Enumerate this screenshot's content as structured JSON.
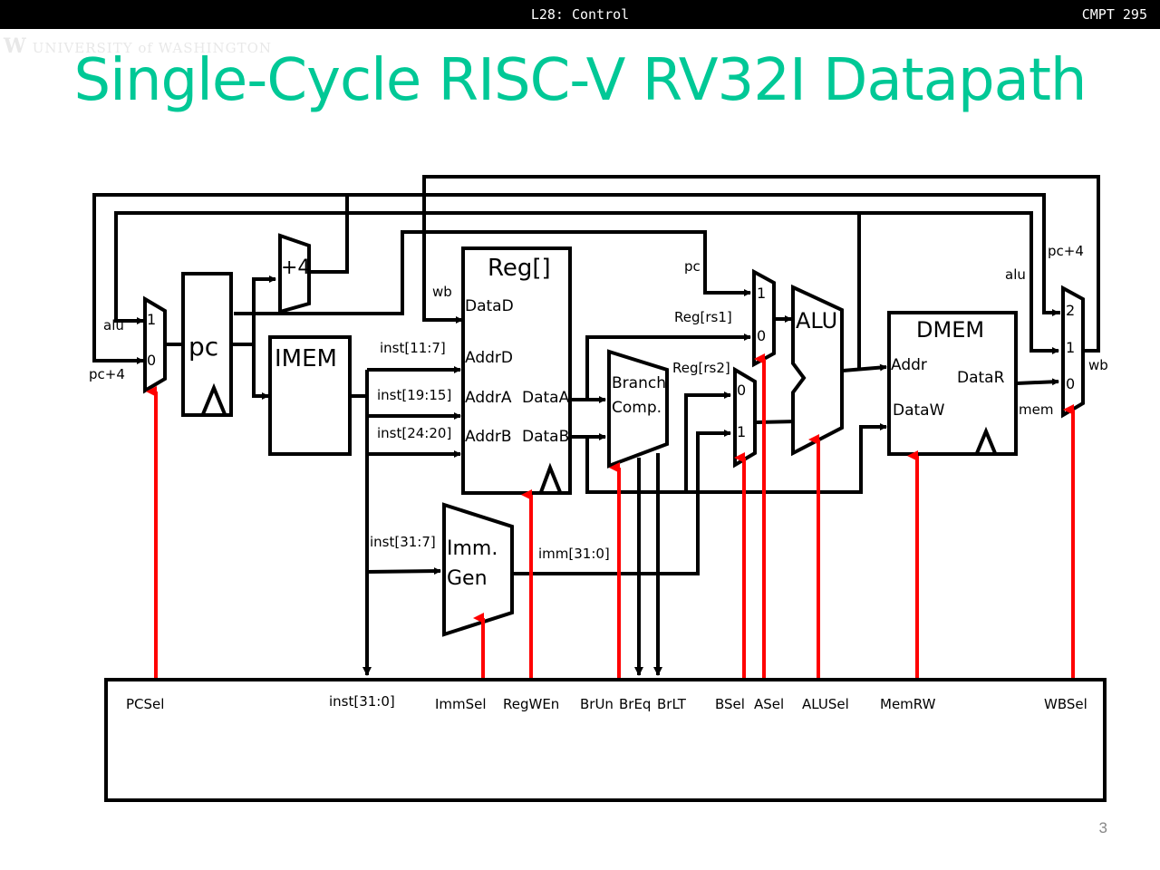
{
  "header": {
    "lecture": "L28: Control",
    "course": "CMPT 295",
    "logo_text": "UNIVERSITY of WASHINGTON",
    "logo_mark": "W"
  },
  "slide": {
    "title": "Single-Cycle RISC-V RV32I Datapath",
    "page_number": "3",
    "title_color": "#00c896",
    "control_color": "#ff0000"
  },
  "blocks": {
    "pc": "pc",
    "plus4": "+4",
    "imem": "IMEM",
    "reg": "Reg[]",
    "reg_ports": {
      "datad": "DataD",
      "addrd": "AddrD",
      "addra": "AddrA",
      "addrb": "AddrB",
      "dataa": "DataA",
      "datab": "DataB"
    },
    "branch": [
      "Branch",
      "Comp."
    ],
    "imm": [
      "Imm.",
      "Gen"
    ],
    "alu": "ALU",
    "dmem": "DMEM",
    "dmem_ports": {
      "addr": "Addr",
      "dataw": "DataW",
      "datar": "DataR"
    }
  },
  "mux_inputs": {
    "pc_mux": [
      "1",
      "0"
    ],
    "a_mux": [
      "1",
      "0"
    ],
    "b_mux": [
      "0",
      "1"
    ],
    "wb_mux": [
      "2",
      "1",
      "0"
    ]
  },
  "signal_labels": {
    "alu_left": "alu",
    "pc4_left": "pc+4",
    "wb_reg": "wb",
    "inst_11_7": "inst[11:7]",
    "inst_19_15": "inst[19:15]",
    "inst_24_20": "inst[24:20]",
    "inst_31_7": "inst[31:7]",
    "imm": "imm[31:0]",
    "pc_alu": "pc",
    "rs1": "Reg[rs1]",
    "rs2": "Reg[rs2]",
    "alu_right": "alu",
    "pc4_right": "pc+4",
    "wb_right": "wb",
    "mem": "mem"
  },
  "control_signals": [
    "PCSel",
    "inst[31:0]",
    "ImmSel",
    "RegWEn",
    "BrUn",
    "BrEq",
    "BrLT",
    "BSel",
    "ASel",
    "ALUSel",
    "MemRW",
    "WBSel"
  ]
}
